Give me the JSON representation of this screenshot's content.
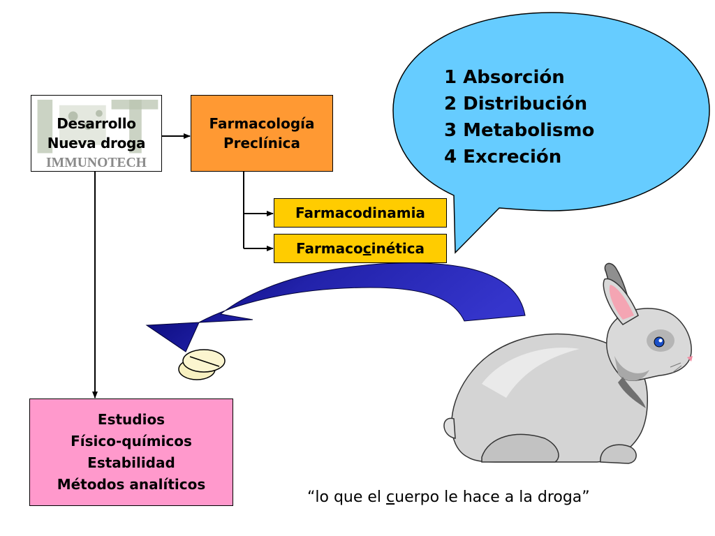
{
  "dev_box": {
    "line1": "Desarrollo",
    "line2": "Nueva droga",
    "logo_text": "IMMUNOTECH",
    "logo_mark": "I  T"
  },
  "preclinical_box": {
    "line1": "Farmacología",
    "line2": "Preclínica"
  },
  "pharmacodynamics_box": {
    "label": "Farmacodinamia"
  },
  "pharmacokinetics_box": {
    "label_before": "Farmaco",
    "label_underlined": "c",
    "label_after": "inética"
  },
  "studies_box": {
    "line1": "Estudios",
    "line2": "Físico-químicos",
    "line3": "Estabilidad",
    "line4": "Métodos analíticos"
  },
  "speech_bubble": {
    "items": [
      "1 Absorción",
      "2 Distribución",
      "3 Metabolismo",
      "4 Excreción"
    ]
  },
  "quote": {
    "before": "“lo que el ",
    "underlined": "c",
    "after": "uerpo le hace a la droga”"
  },
  "colors": {
    "preclinical": "#ff9933",
    "pk_pd_boxes": "#ffcc00",
    "studies": "#ff99cc",
    "bubble": "#66ccff",
    "arrow_dark": "#000066",
    "arrow_light": "#3333cc"
  },
  "icons": [
    "rabbit-icon",
    "pill-icon",
    "curved-arrow-icon"
  ]
}
